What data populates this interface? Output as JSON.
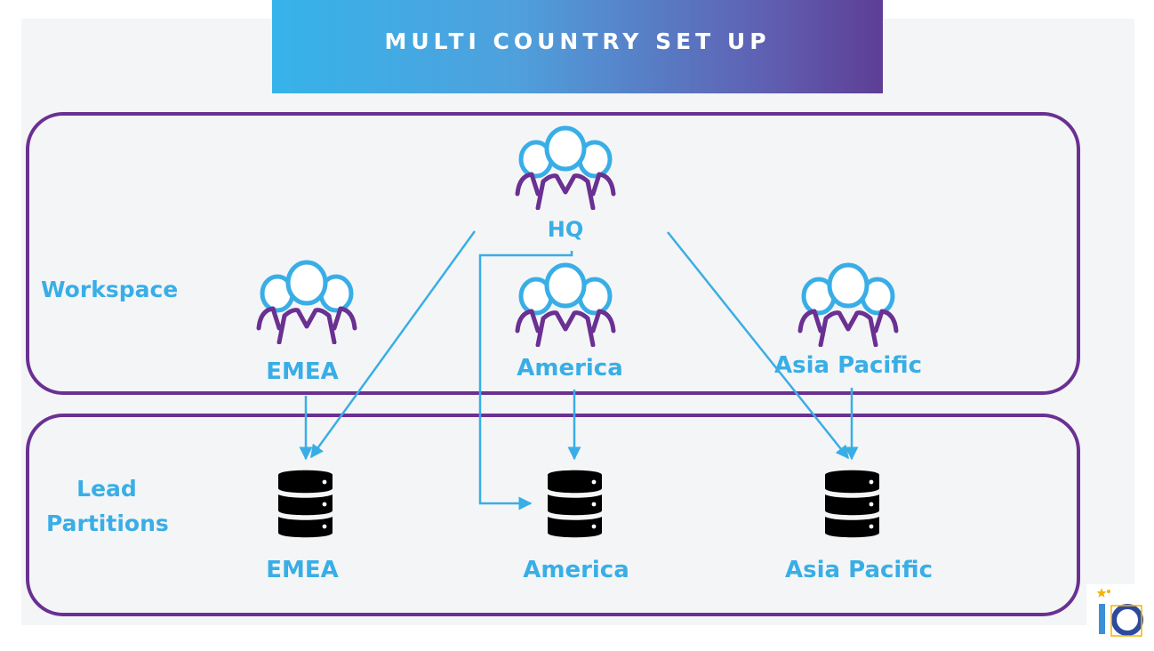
{
  "title": "MULTI COUNTRY SET UP",
  "sections": {
    "workspace": "Workspace",
    "leads": "Lead\nPartitions"
  },
  "workspaces": {
    "hq": "HQ",
    "emea": "EMEA",
    "america": "America",
    "apac": "Asia Pacific"
  },
  "partitions": {
    "emea": "EMEA",
    "america": "America",
    "apac": "Asia Pacific"
  },
  "colors": {
    "accent": "#39aee6",
    "border": "#6a3092",
    "database": "#000000"
  },
  "logo": "io"
}
